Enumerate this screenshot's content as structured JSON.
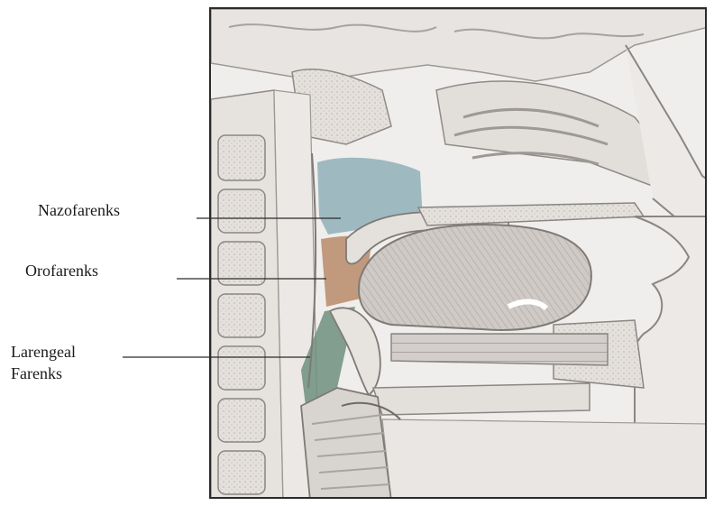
{
  "labels": {
    "nasopharynx": "Nazofarenks",
    "oropharynx": "Orofarenks",
    "laryngopharynx_line1": "Larengeal",
    "laryngopharynx_line2": "Farenks"
  },
  "colors": {
    "nasopharynx_region": "#8fb0b8",
    "oropharynx_region": "#b88a6a",
    "laryngopharynx_region": "#6f8f7e",
    "tissue": "#e9e6e3",
    "bone": "#d9d4cf",
    "outline": "#8a8683",
    "frame": "#2b2b2b"
  }
}
